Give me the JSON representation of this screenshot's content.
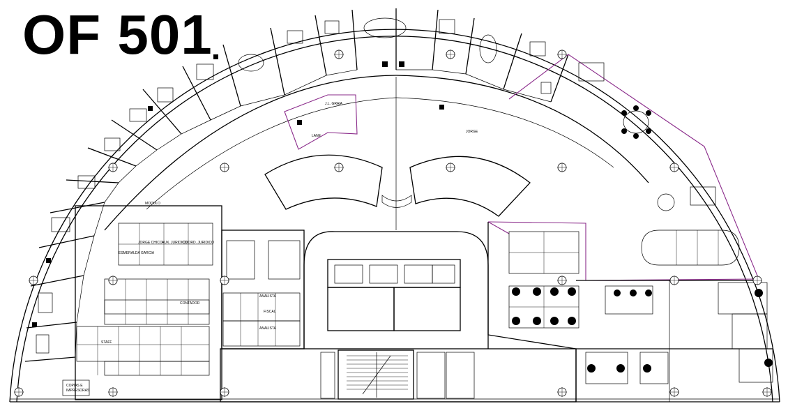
{
  "title": "OF 501",
  "labels": {
    "jl_graia": "J.L. GRAIA",
    "jorge": "JORGE",
    "lane": "LANE",
    "modulo": "MODULO",
    "jorge_chico": "JORGE CHICO",
    "aux_juridico": "AUX. JURIDICO",
    "coord_juridico": "COORD. JURIDICO",
    "esmeralda_garcia": "ESMERALDA GARCIA",
    "contador": "CONTADOR",
    "fiscal": "FISCAL",
    "analista_1": "ANALISTA",
    "analista_2": "ANALISTA",
    "staff": "STAFF",
    "copias": "COPIAS E",
    "impresoras": "IMPRESORAS"
  },
  "colors": {
    "walls": "#000000",
    "highlight_partition": "#8a2a8a",
    "background": "#ffffff"
  }
}
